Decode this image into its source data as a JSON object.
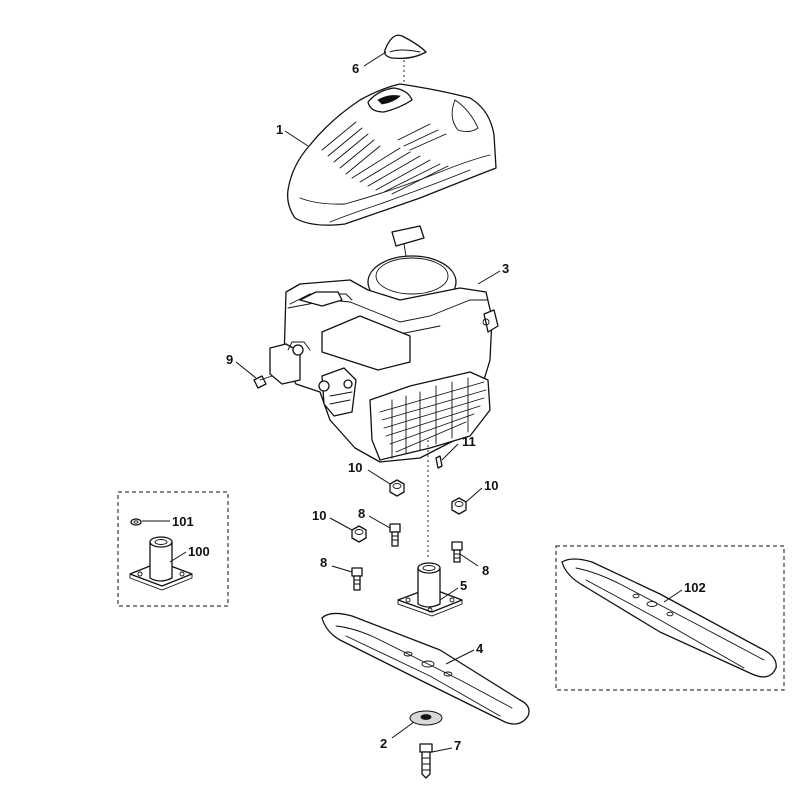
{
  "callouts": {
    "cover": "1",
    "spacer_washer": "2",
    "engine": "3",
    "blade": "4",
    "blade_carrier": "5",
    "cap": "6",
    "blade_bolt": "7",
    "screw_left_upper": "8",
    "screw_left_lower": "8",
    "screw_right": "8",
    "bolt_9": "9",
    "nut_10_upper": "10",
    "nut_10_right": "10",
    "nut_10_left": "10",
    "key_11": "11",
    "carrier_alt": "100",
    "washer_alt": "101",
    "blade_alt": "102"
  },
  "colors": {
    "line": "#111111",
    "background": "#ffffff"
  }
}
